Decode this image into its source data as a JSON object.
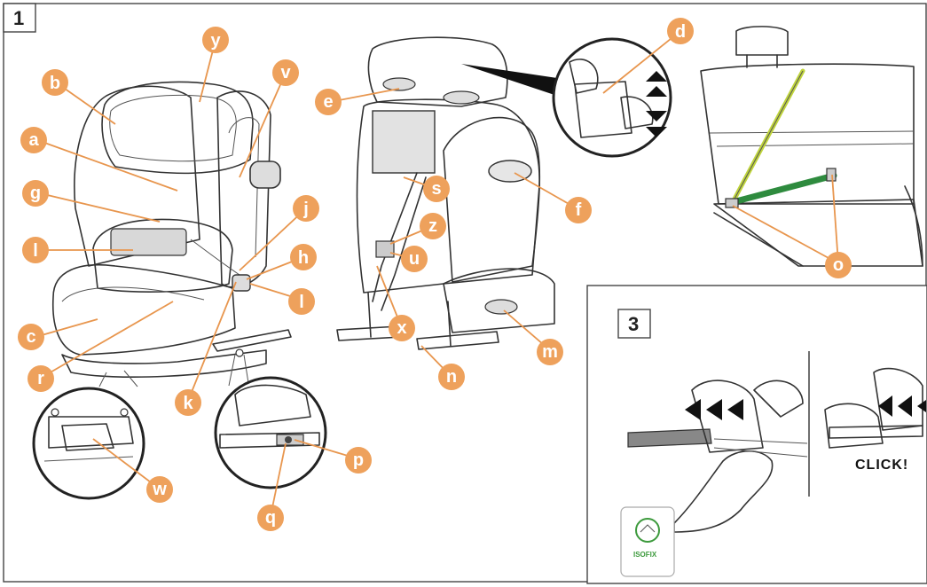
{
  "panels": {
    "panel1_number": "1",
    "panel3_number": "3"
  },
  "labels": {
    "a": "a",
    "b": "b",
    "c": "c",
    "d": "d",
    "e": "e",
    "f": "f",
    "g": "g",
    "h": "h",
    "j": "j",
    "k": "k",
    "l1": "l",
    "l2": "l",
    "m": "m",
    "n": "n",
    "o": "o",
    "p": "p",
    "q": "q",
    "r": "r",
    "s": "s",
    "u": "u",
    "v": "v",
    "w": "w",
    "x": "x",
    "y": "y",
    "z": "z"
  },
  "click_text": "CLICK!",
  "isofix_text": "ISOFIX",
  "colors": {
    "callout": "#eea15c",
    "shoulder_belt": "#bfd43c",
    "lap_belt": "#2e8b3e",
    "outline": "#333333",
    "seat_fill": "#f2f2f2"
  }
}
